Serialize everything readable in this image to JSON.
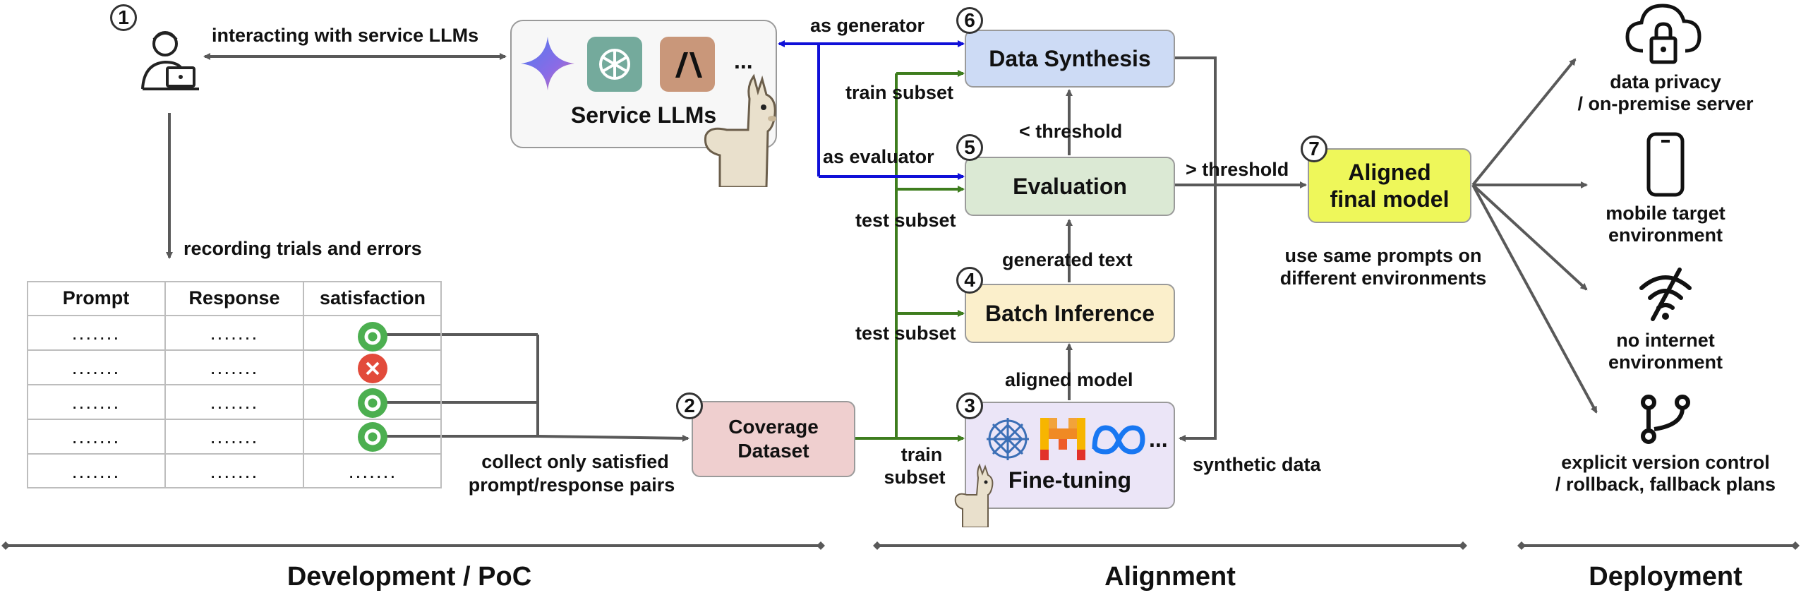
{
  "steps": {
    "s1": "1",
    "s2": "2",
    "s3": "3",
    "s4": "4",
    "s5": "5",
    "s6": "6",
    "s7": "7"
  },
  "labels": {
    "interacting": "interacting with service LLMs",
    "recording": "recording trials and errors",
    "collect_line1": "collect only satisfied",
    "collect_line2": "prompt/response pairs",
    "as_generator": "as generator",
    "as_evaluator": "as evaluator",
    "train_subset_top": "train subset",
    "test_subset_1": "test subset",
    "test_subset_2": "test subset",
    "train_line1": "train",
    "train_line2": "subset",
    "lt_threshold": "< threshold",
    "gt_threshold": "> threshold",
    "generated_text": "generated text",
    "aligned_model": "aligned model",
    "synthetic_data": "synthetic data",
    "same_prompts_line1": "use same prompts on",
    "same_prompts_line2": "different environments"
  },
  "boxes": {
    "service_llms": "Service LLMs",
    "ellipsis": "...",
    "coverage_line1": "Coverage",
    "coverage_line2": "Dataset",
    "data_synthesis": "Data Synthesis",
    "evaluation": "Evaluation",
    "batch_inference": "Batch Inference",
    "fine_tuning": "Fine-tuning",
    "aligned_line1": "Aligned",
    "aligned_line2": "final model"
  },
  "table": {
    "headers": [
      "Prompt",
      "Response",
      "satisfaction"
    ],
    "rows": [
      {
        "prompt": ".......",
        "response": ".......",
        "satisfaction": "check"
      },
      {
        "prompt": ".......",
        "response": ".......",
        "satisfaction": "cross"
      },
      {
        "prompt": ".......",
        "response": ".......",
        "satisfaction": "check"
      },
      {
        "prompt": ".......",
        "response": ".......",
        "satisfaction": "check"
      },
      {
        "prompt": ".......",
        "response": ".......",
        "satisfaction": "......."
      }
    ]
  },
  "deployment": {
    "privacy_line1": "data privacy",
    "privacy_line2": "/ on-premise server",
    "mobile_line1": "mobile target",
    "mobile_line2": "environment",
    "nointernet_line1": "no internet",
    "nointernet_line2": "environment",
    "version_line1": "explicit version control",
    "version_line2": "/ rollback, fallback plans"
  },
  "sections": {
    "development": "Development / PoC",
    "alignment": "Alignment",
    "deployment": "Deployment"
  },
  "colors": {
    "gray_arrow": "#595959",
    "blue_arrow": "#1010d8",
    "green_arrow": "#3e7d1e",
    "data_synthesis": "#cddbf5",
    "evaluation": "#dbe9d4",
    "batch_inference": "#fbefcb",
    "fine_tuning": "#ebe5f7",
    "coverage": "#efcfcf",
    "aligned": "#eef75a"
  },
  "icons": [
    "user-laptop-icon",
    "gemini-icon",
    "openai-icon",
    "anthropic-icon",
    "llama-icon",
    "perplexity-icon",
    "mistral-icon",
    "meta-icon",
    "cloud-lock-icon",
    "mobile-phone-icon",
    "no-wifi-icon",
    "git-branch-icon",
    "check-icon",
    "cross-icon"
  ]
}
